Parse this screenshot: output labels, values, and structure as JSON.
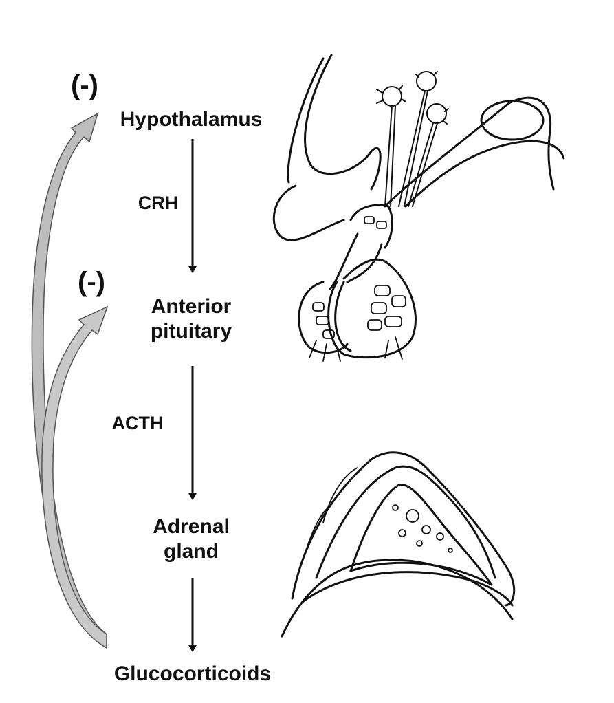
{
  "nodes": {
    "hypothalamus": "Hypothalamus",
    "pituitary_line1": "Anterior",
    "pituitary_line2": "pituitary",
    "adrenal_line1": "Adrenal",
    "adrenal_line2": "gland",
    "glucocorticoids": "Glucocorticoids"
  },
  "hormones": {
    "crh": "CRH",
    "acth": "ACTH"
  },
  "feedback": {
    "to_hypothalamus": "(-)",
    "to_pituitary": "(-)"
  },
  "colors": {
    "text": "#111111",
    "arrow": "#111111",
    "feedback_fill": "#bdbdbd",
    "feedback_stroke": "#555555",
    "illustration_stroke": "#111111"
  },
  "illustrations": [
    "hypothalamus-pituitary-illustration",
    "adrenal-gland-illustration"
  ]
}
